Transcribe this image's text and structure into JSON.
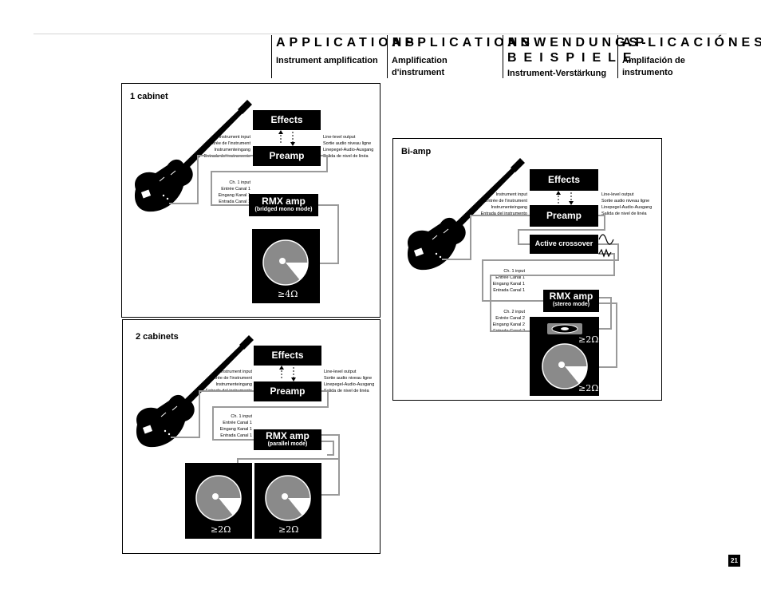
{
  "header": {
    "columns": [
      {
        "title": "APPLICATIONS",
        "subtitle": "Instrument amplification"
      },
      {
        "title": "APPLICATIONS",
        "subtitle": "Amplification d'instrument"
      },
      {
        "title": "ANWENDUNGS-",
        "title2": "BEISPIELE",
        "subtitle": "Instrument-Verstärkung"
      },
      {
        "title": "APLICACIÓNES",
        "subtitle": "Amplifación de instrumento"
      }
    ]
  },
  "labels": {
    "effects": "Effects",
    "preamp": "Preamp",
    "rmx_amp": "RMX amp",
    "active_crossover": "Active crossover",
    "instrument_input": [
      "Instrument input",
      "Entrée de l'instrument",
      "Instrumenteingang",
      "Entrada del instrumento"
    ],
    "line_output": [
      "Line-level output",
      "Sortie audio niveau ligne",
      "Linepegel-Audio-Ausgang",
      "Salida de nivel de linéa"
    ],
    "ch1_input": [
      "Ch. 1 input",
      "Entrée Canal 1",
      "Eingang Kanal 1",
      "Entrada Canal 1"
    ],
    "ch2_input": [
      "Ch. 2 input",
      "Entrée Canal 2",
      "Eingang Kanal 2",
      "Entrada Canal 2"
    ]
  },
  "panels": {
    "one_cabinet": {
      "title": "1 cabinet",
      "amp_mode": "(bridged mono mode)",
      "impedance": "≥4Ω"
    },
    "two_cabinets": {
      "title": "2 cabinets",
      "amp_mode": "(parallel mode)",
      "impedance_left": "≥2Ω",
      "impedance_right": "≥2Ω"
    },
    "bi_amp": {
      "title": "Bi-amp",
      "amp_mode": "(stereo mode)",
      "impedance_top": "≥2Ω",
      "impedance_bottom": "≥2Ω"
    }
  },
  "page_number": "21"
}
